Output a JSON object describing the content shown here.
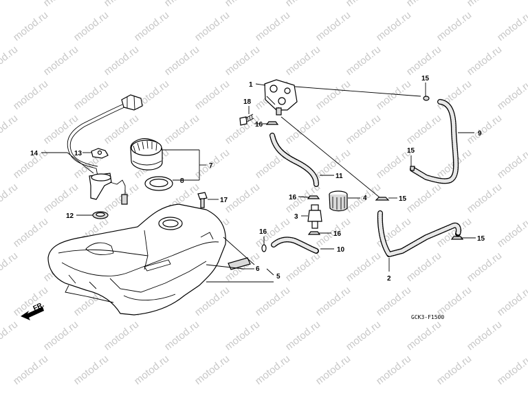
{
  "watermark": "motod.ru",
  "diagram_code": "GCK3-F1500",
  "front_arrow": "FR.",
  "callouts": [
    {
      "id": "c1",
      "label": "1"
    },
    {
      "id": "c2",
      "label": "2"
    },
    {
      "id": "c3",
      "label": "3"
    },
    {
      "id": "c4",
      "label": "4"
    },
    {
      "id": "c5",
      "label": "5"
    },
    {
      "id": "c6",
      "label": "6"
    },
    {
      "id": "c7",
      "label": "7"
    },
    {
      "id": "c8",
      "label": "8"
    },
    {
      "id": "c9",
      "label": "9"
    },
    {
      "id": "c10",
      "label": "10"
    },
    {
      "id": "c11",
      "label": "11"
    },
    {
      "id": "c12",
      "label": "12"
    },
    {
      "id": "c13",
      "label": "13"
    },
    {
      "id": "c14",
      "label": "14"
    },
    {
      "id": "c15a",
      "label": "15"
    },
    {
      "id": "c15b",
      "label": "15"
    },
    {
      "id": "c15c",
      "label": "15"
    },
    {
      "id": "c15d",
      "label": "15"
    },
    {
      "id": "c16a",
      "label": "16"
    },
    {
      "id": "c16b",
      "label": "16"
    },
    {
      "id": "c16c",
      "label": "16"
    },
    {
      "id": "c16d",
      "label": "16"
    },
    {
      "id": "c17",
      "label": "17"
    },
    {
      "id": "c18",
      "label": "18"
    }
  ]
}
